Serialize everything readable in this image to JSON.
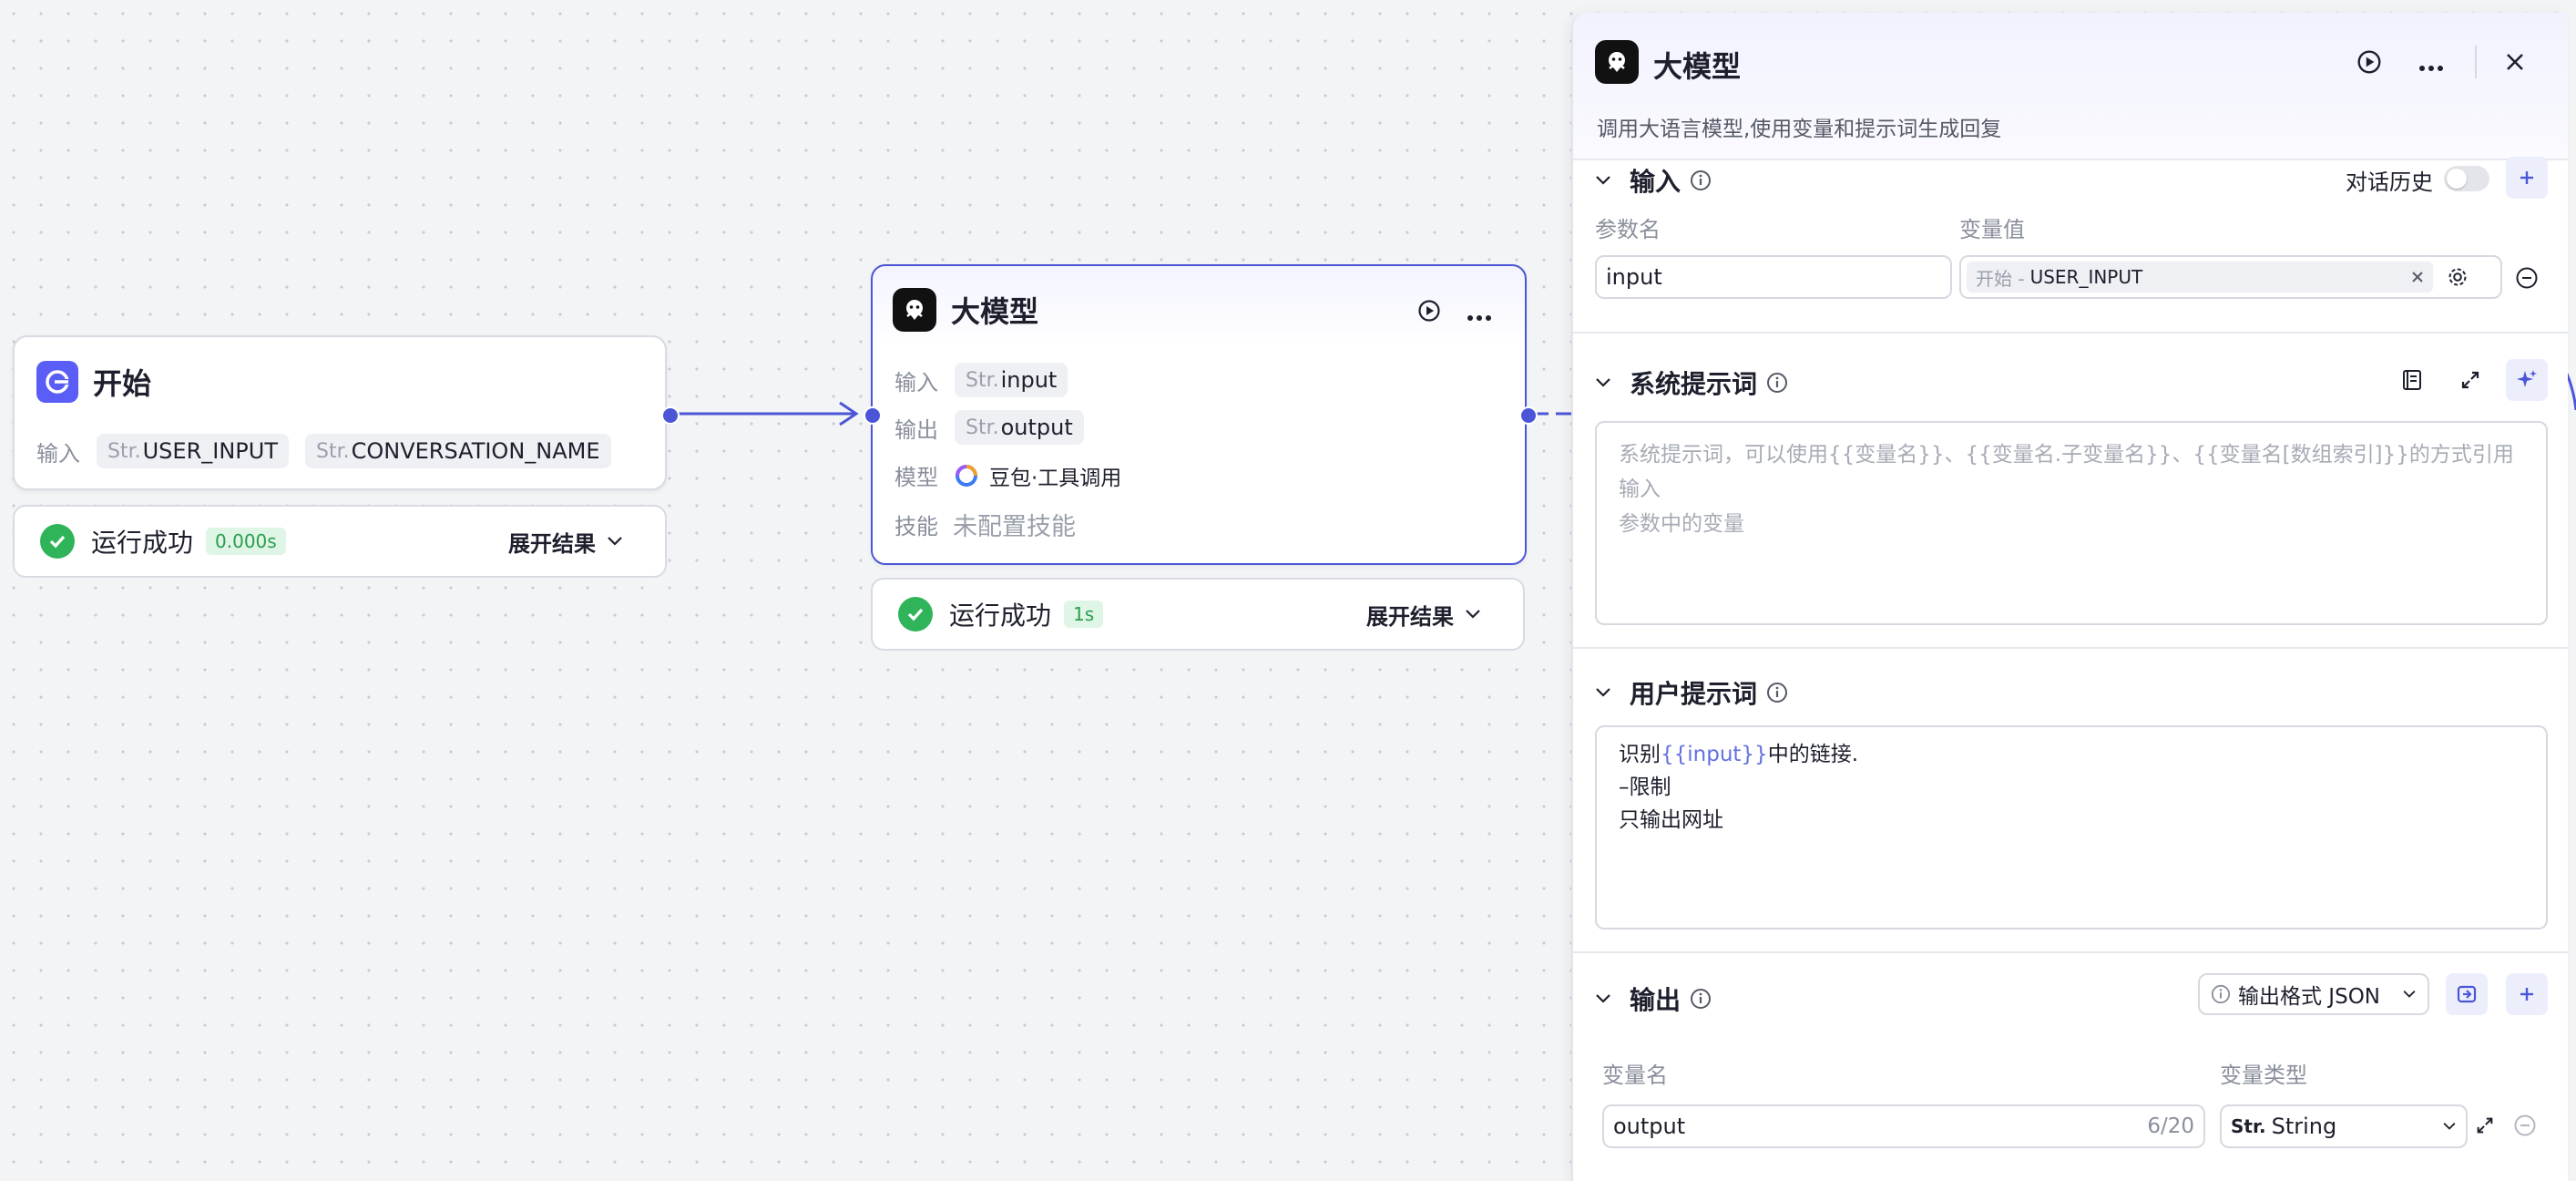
{
  "canvas": {
    "start_node": {
      "title": "开始",
      "input_label": "输入",
      "str_prefix": "Str.",
      "inputs": [
        "USER_INPUT",
        "CONVERSATION_NAME"
      ],
      "run_status": "运行成功",
      "run_time": "0.000s",
      "expand_label": "展开结果"
    },
    "llm_node": {
      "title": "大模型",
      "input_label": "输入",
      "input_value": "input",
      "output_label": "输出",
      "output_value": "output",
      "model_label": "模型",
      "model_value": "豆包·工具调用",
      "skill_label": "技能",
      "skill_value": "未配置技能",
      "str_prefix": "Str.",
      "run_status": "运行成功",
      "run_time": "1s",
      "expand_label": "展开结果"
    }
  },
  "panel": {
    "title": "大模型",
    "description": "调用大语言模型,使用变量和提示词生成回复",
    "input_section": {
      "title": "输入",
      "history_label": "对话历史",
      "history_enabled": false,
      "param_name_header": "参数名",
      "param_value_header": "变量值",
      "param_name": "input",
      "param_ref_source": "开始 -",
      "param_ref_var": "USER_INPUT"
    },
    "system_prompt": {
      "title": "系统提示词",
      "placeholder_line1": "系统提示词，可以使用{{变量名}}、{{变量名.子变量名}}、{{变量名[数组索引]}}的方式引用输入",
      "placeholder_line2": "参数中的变量"
    },
    "user_prompt": {
      "title": "用户提示词",
      "line1_before": "识别",
      "line1_var": "{{input}}",
      "line1_after": "中的链接.",
      "line2": "–限制",
      "line3": "只输出网址"
    },
    "output_section": {
      "title": "输出",
      "format_label": "输出格式 JSON",
      "var_name_header": "变量名",
      "var_type_header": "变量类型",
      "var_name": "output",
      "char_count": "6/20",
      "var_type_prefix": "Str.",
      "var_type": "String"
    }
  },
  "colors": {
    "accent": "#4b56d6",
    "success": "#2fb45a",
    "start_icon": "#5b5ef6"
  }
}
